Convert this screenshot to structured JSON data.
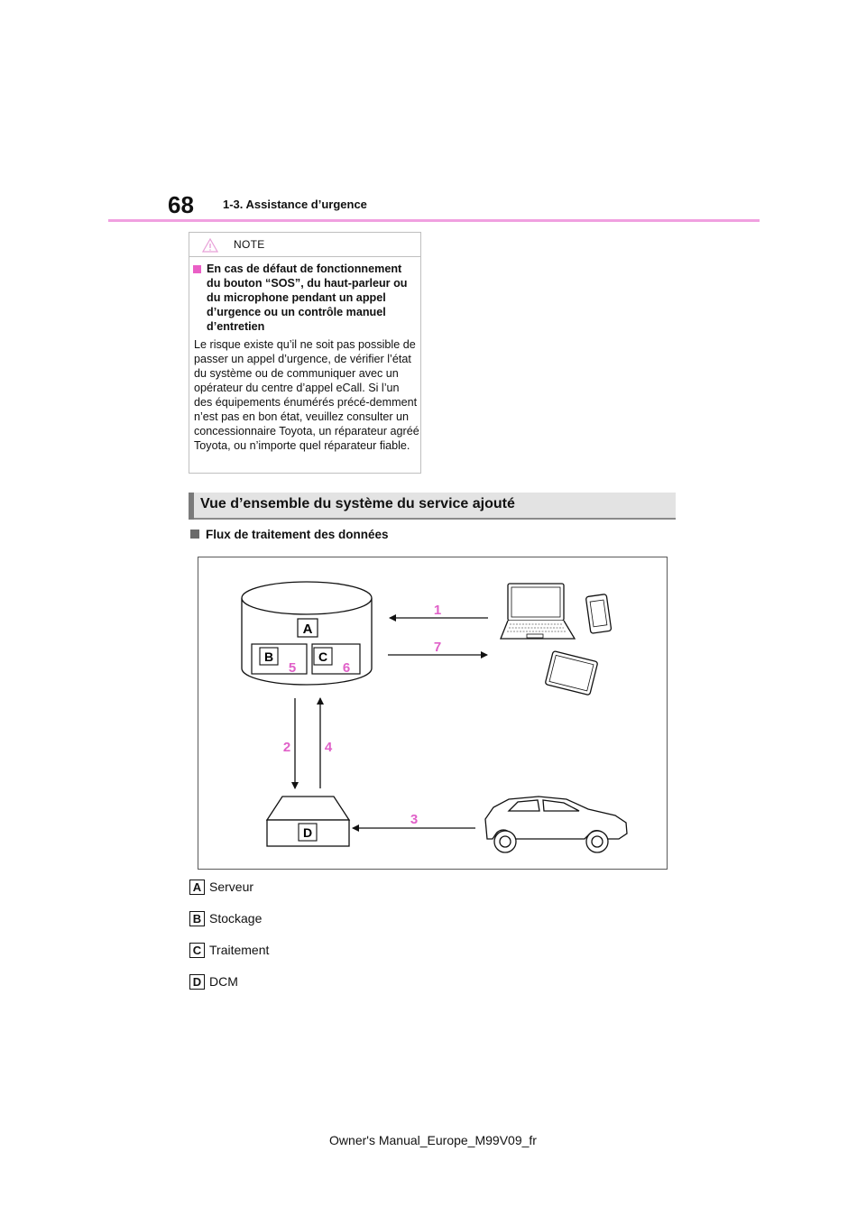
{
  "header": {
    "page_number": "68",
    "section": "1-3. Assistance d’urgence"
  },
  "note": {
    "title": "NOTE",
    "subtitle": "En cas de défaut de fonctionnement du bouton “SOS”, du haut-parleur ou du microphone pendant un appel d’urgence ou un contrôle manuel d’entretien",
    "body": "Le risque existe qu’il ne soit pas possible de passer un appel d’urgence, de vérifier l’état du système ou de communiquer avec un opérateur du centre d’appel eCall. Si l’un des équipements énumérés précé-demment n’est pas en bon état, veuillez consulter un concessionnaire Toyota, un réparateur agréé Toyota, ou n’importe quel réparateur fiable."
  },
  "section_title": "Vue d’ensemble du système du service ajouté",
  "sub_heading": "Flux de traitement des données",
  "diagram": {
    "box_labels": {
      "server": "A",
      "storage": "B",
      "processing": "C",
      "dcm": "D"
    },
    "flow_numbers": {
      "n1": "1",
      "n2": "2",
      "n3": "3",
      "n4": "4",
      "n5": "5",
      "n6": "6",
      "n7": "7"
    },
    "number_color": "#e060c8"
  },
  "legend": [
    {
      "letter": "A",
      "label": "Serveur"
    },
    {
      "letter": "B",
      "label": "Stockage"
    },
    {
      "letter": "C",
      "label": "Traitement"
    },
    {
      "letter": "D",
      "label": "DCM"
    }
  ],
  "footer": "Owner's Manual_Europe_M99V09_fr"
}
